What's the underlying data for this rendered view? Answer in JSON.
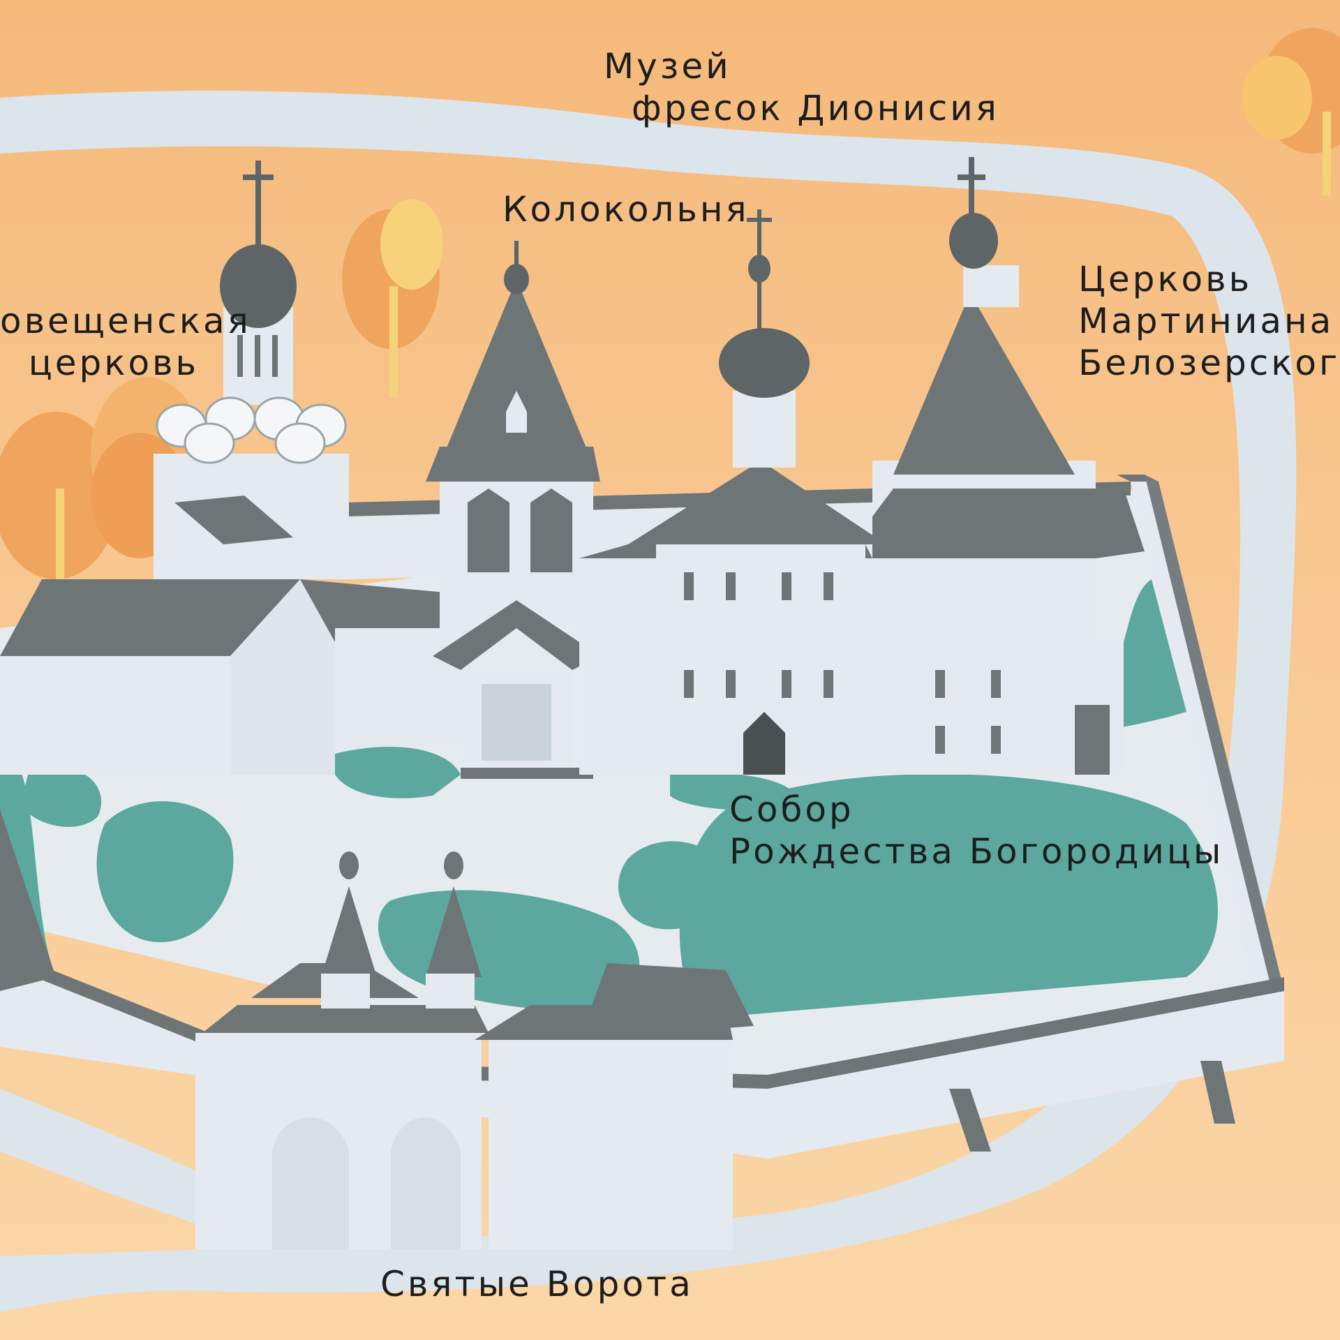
{
  "labels": {
    "museum": {
      "line1": "Музей",
      "line2": "фресок Дионисия"
    },
    "belltower": {
      "line1": "Колокольня"
    },
    "annunciation": {
      "line1": "овещенская",
      "line2": "церковь"
    },
    "martinian": {
      "line1": "Церковь",
      "line2": "Мартиниана",
      "line3": "Белозерского"
    },
    "cathedral": {
      "line1": "Собор",
      "line2": "Рождества Богородицы"
    },
    "gates": {
      "line1": "Святые Ворота"
    }
  },
  "colors": {
    "background": "#f6c48f",
    "road": "#dde5ec",
    "lawn": "#5ca89e",
    "wall": "#e4eaef",
    "roof": "#6e7577",
    "dome_dark": "#5e6566",
    "trees": "#f0a55e"
  }
}
